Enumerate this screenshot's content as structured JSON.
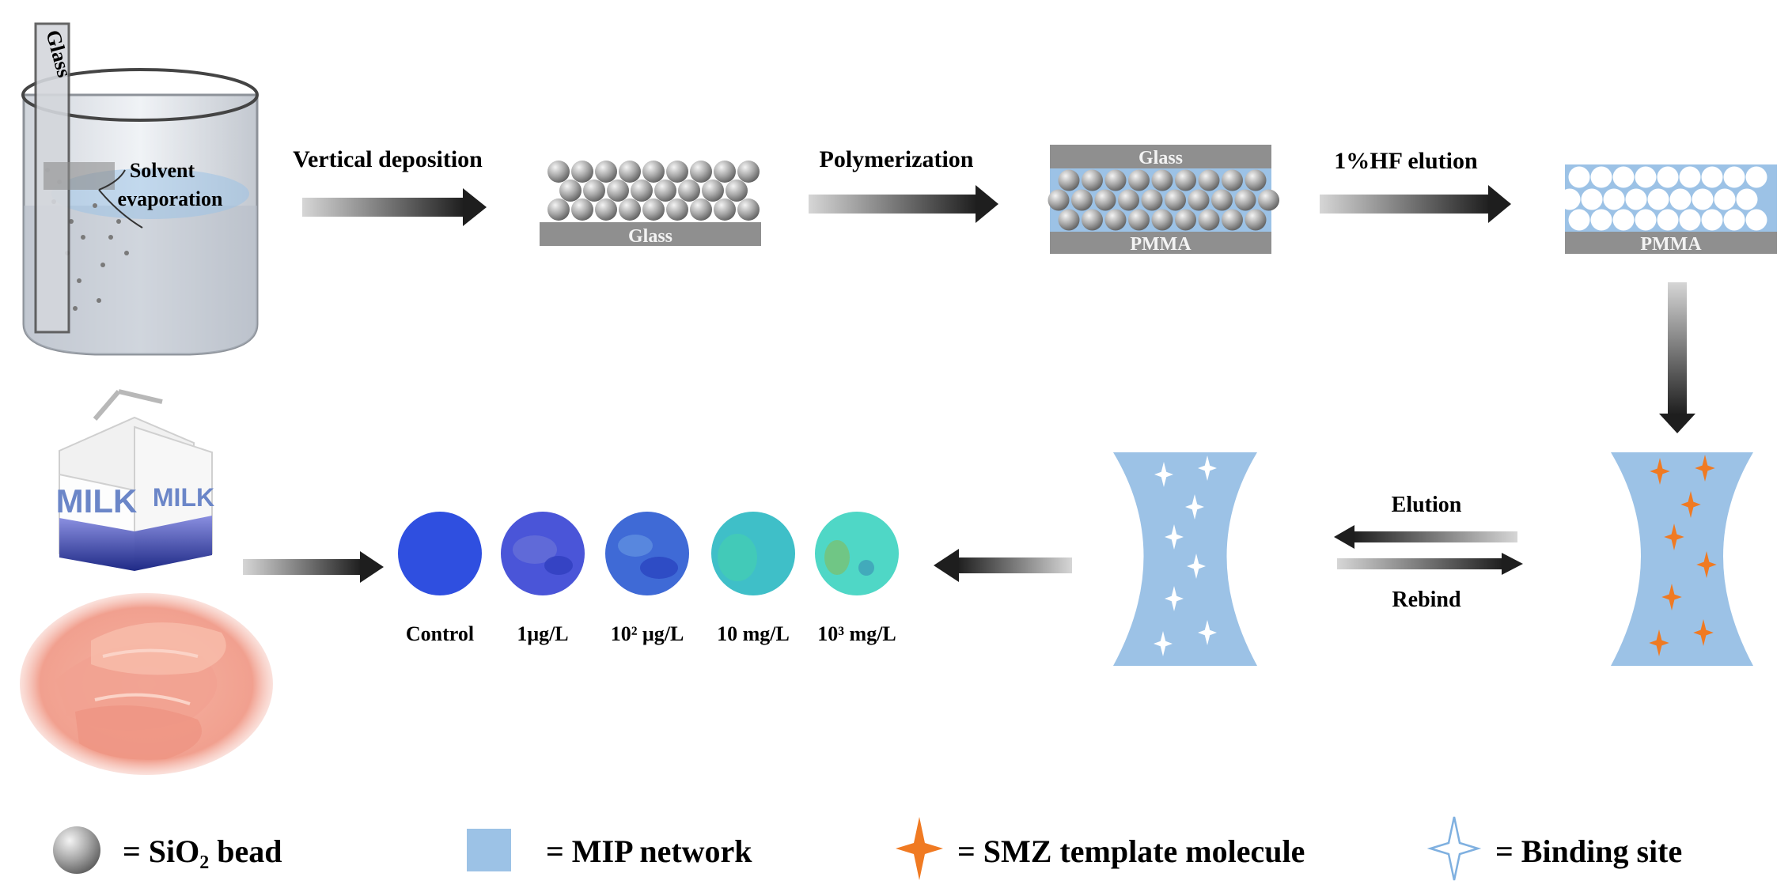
{
  "steps": {
    "vertical_deposition": "Vertical deposition",
    "polymerization": "Polymerization",
    "hf_elution": "1%HF elution",
    "solvent": "Solvent",
    "evaporation": "evaporation",
    "elution": "Elution",
    "rebind": "Rebind"
  },
  "layers": {
    "glass_slide": "Glass",
    "glass_substrate": "Glass",
    "glass_top": "Glass",
    "pmma_1": "PMMA",
    "pmma_2": "PMMA"
  },
  "milk": {
    "front": "MILK",
    "side": "MILK"
  },
  "concentrations": [
    {
      "label": "Control",
      "color": "#2f4fe0"
    },
    {
      "label": "1μg/L",
      "color": "#4a55d8"
    },
    {
      "label": "10² μg/L",
      "color": "#3f6ad6"
    },
    {
      "label": "10 mg/L",
      "color": "#3fbfc8"
    },
    {
      "label": "10³ mg/L",
      "color": "#4fd7c6"
    }
  ],
  "legend": {
    "sio2": "= SiO₂ bead",
    "mip": "= MIP network",
    "smz": "= SMZ template molecule",
    "binding": "= Binding site"
  },
  "colors": {
    "mip_blue": "#9cc2e6",
    "template_orange": "#f07a22",
    "layer_gray": "#8f8f8f",
    "arrow_dark": "#1e1e1e"
  }
}
